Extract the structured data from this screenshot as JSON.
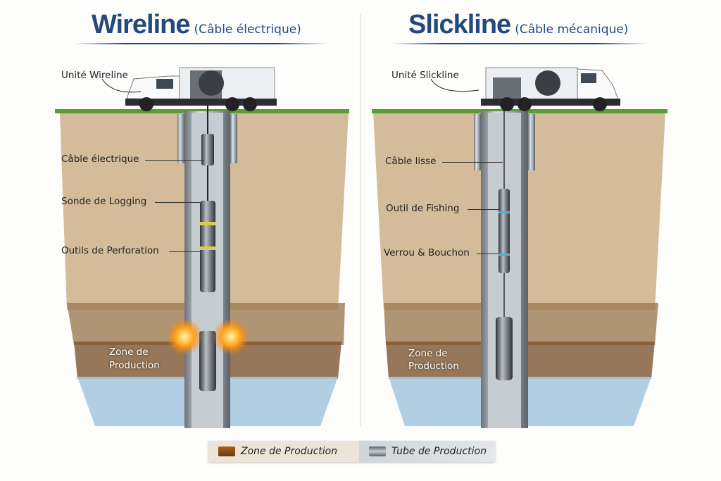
{
  "wireline": {
    "title": "Wireline",
    "subtitle": "(Câble électrique)",
    "labels": {
      "unit": "Unité Wireline",
      "cable": "Câble électrique",
      "probe": "Sonde de Logging",
      "perforation": "Outils de Perforation",
      "zone_line1": "Zone de",
      "zone_line2": "Production"
    }
  },
  "slickline": {
    "title": "Slickline",
    "subtitle": "(Câble mécanique)",
    "labels": {
      "unit": "Unité Slickline",
      "cable": "Câble lisse",
      "fishing": "Outil de Fishing",
      "lock": "Verrou & Bouchon",
      "zone_line1": "Zone de",
      "zone_line2": "Production"
    }
  },
  "legend": {
    "items": [
      {
        "label": "Zone de Production",
        "color": "#8a4c12"
      },
      {
        "label": "Tube de Production",
        "color": "#5a6168"
      }
    ]
  },
  "colors": {
    "title": "#24497f",
    "soil": "#c9ae86",
    "dark_soil": "#8b6a45",
    "water": "#a9c9df",
    "grass": "#5d9a3a"
  }
}
